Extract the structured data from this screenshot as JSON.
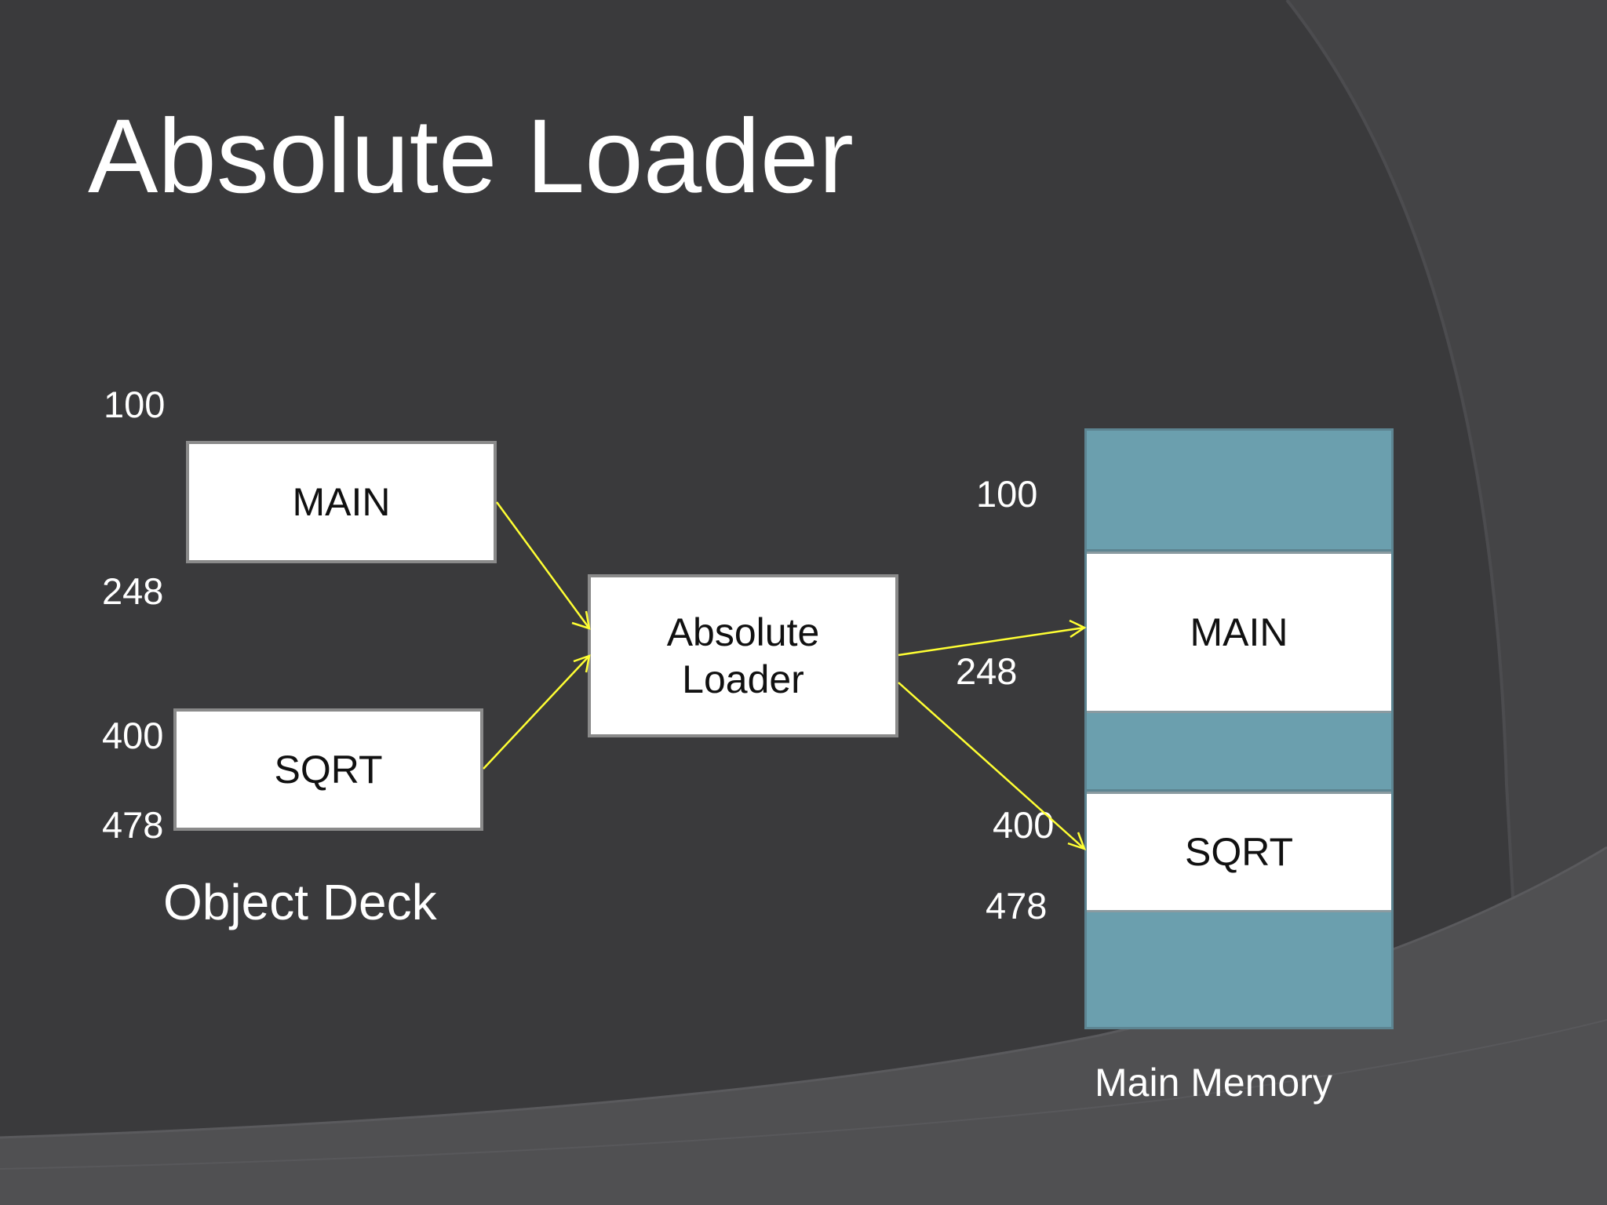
{
  "title": "Absolute Loader",
  "object_deck": {
    "caption": "Object Deck",
    "addresses": [
      "100",
      "248",
      "400",
      "478"
    ],
    "main_label": "MAIN",
    "sqrt_label": "SQRT"
  },
  "loader": {
    "line1": "Absolute",
    "line2": "Loader"
  },
  "main_memory": {
    "caption": "Main Memory",
    "addresses": [
      "100",
      "248",
      "400",
      "478"
    ],
    "main_label": "MAIN",
    "sqrt_label": "SQRT"
  },
  "colors": {
    "background": "#3a3a3c",
    "arrow": "#ffff33",
    "memory_free": "#6b9fae",
    "box_fill": "#ffffff"
  }
}
